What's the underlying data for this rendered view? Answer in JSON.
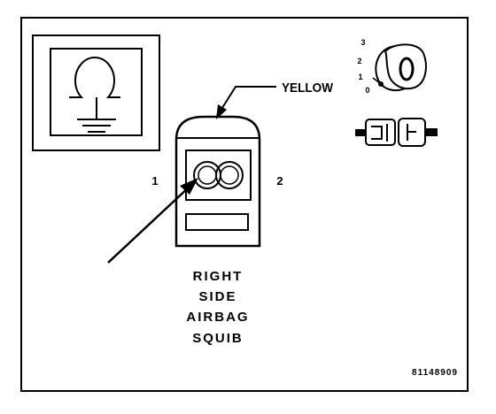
{
  "labels": {
    "wire_color": "YELLOW",
    "pin_1": "1",
    "pin_2": "2",
    "component_line1": "RIGHT",
    "component_line2": "SIDE",
    "component_line3": "AIRBAG",
    "component_line4": "SQUIB",
    "figure_id": "81148909"
  },
  "ignition": {
    "positions": [
      "3",
      "2",
      "1",
      "0"
    ]
  },
  "icons": {
    "squib_symbol": "omega-ground-icon",
    "ignition_switch": "ignition-key-icon",
    "connector": "connector-icon"
  },
  "colors": {
    "line": "#000000",
    "background": "#ffffff"
  }
}
